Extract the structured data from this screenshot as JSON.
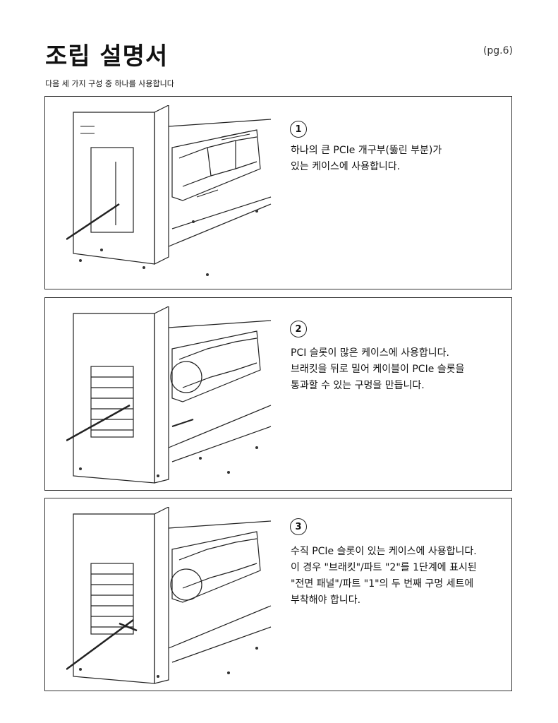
{
  "header": {
    "title": "조립 설명서",
    "page": "(pg.6)",
    "subtitle": "다음 세 가지 구성 중 하나를 사용합니다"
  },
  "steps": [
    {
      "number": "1",
      "lines": [
        "하나의 큰 PCIe 개구부(뚫린 부분)가",
        "있는 케이스에 사용합니다."
      ]
    },
    {
      "number": "2",
      "lines": [
        "PCI 슬롯이 많은 케이스에 사용합니다.",
        "브래킷을 뒤로 밀어 케이블이 PCIe 슬롯을",
        "통과할 수 있는 구멍을 만듭니다."
      ]
    },
    {
      "number": "3",
      "lines": [
        "수직 PCIe 슬롯이 있는 케이스에 사용합니다.",
        "이 경우 \"브래킷\"/파트 \"2\"를 1단계에 표시된",
        "\"전면 패널\"/파트 \"1\"의 두 번째 구멍 세트에",
        "부착해야 합니다."
      ]
    }
  ]
}
